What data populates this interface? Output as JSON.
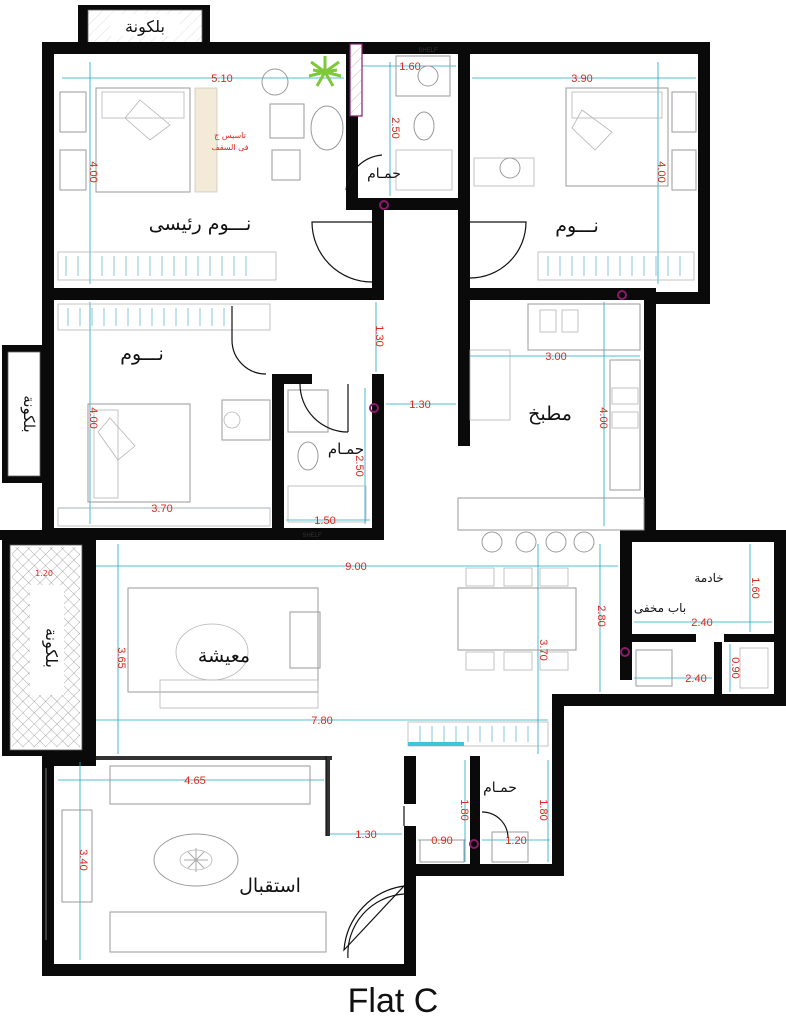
{
  "plan": {
    "title": "Flat C",
    "rooms": {
      "master_bedroom": "نـــوم رئيسى",
      "bedroom_right": "نـــوم",
      "bedroom_left": "نـــوم",
      "bathroom_top": "حمـام",
      "bathroom_mid": "حمـام",
      "bathroom_small": "حمـام",
      "kitchen": "مطبخ",
      "living": "معيشة",
      "reception": "استقبال",
      "maid": "خادمة",
      "hidden_door": "باب مخفى",
      "balcony_top": "بلكونة",
      "balcony_left": "بلكونة",
      "balcony_lower": "بلكونة"
    },
    "dimensions": {
      "master_width": "5.10",
      "master_height": "4.00",
      "bath_top_width": "1.60",
      "bath_top_height": "2.50",
      "bedroom_right_width": "3.90",
      "bedroom_right_height": "4.00",
      "corridor_v": "1.30",
      "corridor_h": "1.30",
      "kitchen_width": "3.00",
      "kitchen_height": "4.00",
      "bedroom_left_height": "4.00",
      "bedroom_left_width": "3.70",
      "bath_mid_height": "2.50",
      "bath_mid_width": "1.50",
      "living_width": "9.00",
      "living_height_left": "3.65",
      "living_height_mid": "3.70",
      "living_inner_width": "7.80",
      "maid_height": "1.60",
      "maid_width": "2.40",
      "maid_bath_width": "2.40",
      "maid_bath_height": "0.90",
      "kitchen_side": "2.80",
      "reception_width": "4.65",
      "reception_height": "3.40",
      "entry_width": "1.30",
      "small_bath_left": "0.90",
      "small_bath_right": "1.20",
      "small_bath_h1": "1.80",
      "small_bath_h2": "1.80"
    },
    "notes": {
      "ceiling_note_1": "تاسيس ج",
      "ceiling_note_2": "فى السقف",
      "shelf": "SHELF",
      "shelf2": "SHELF",
      "small_note": "1.20"
    },
    "colors": {
      "wall": "#0a0a0a",
      "dimension_text": "#e0261f",
      "dimension_line": "#1aa6c9",
      "furniture": "#9a9a9a",
      "plant": "#7ec83b",
      "fixture": "#8b1a6b"
    }
  }
}
